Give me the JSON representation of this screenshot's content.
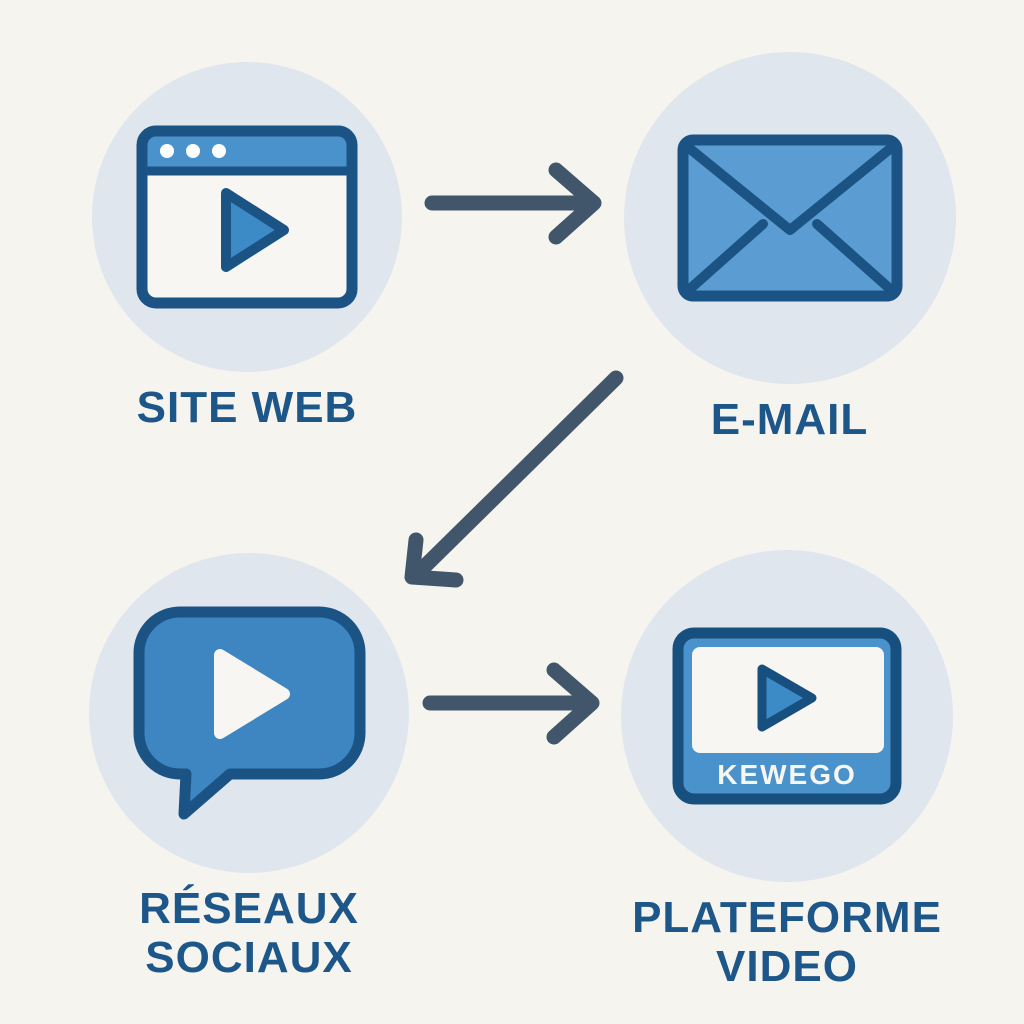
{
  "diagram": {
    "title": "video distribution flow",
    "colors": {
      "background": "#f6f4ef",
      "circle_bg": "#e0e6ed",
      "icon_blue": "#4a92cc",
      "icon_blue_light": "#5b9dd2",
      "icon_blue_deep": "#3e86c2",
      "outline_navy": "#1b5385",
      "label_text": "#1d5688",
      "arrow": "#42566b",
      "white": "#f8f6f2"
    },
    "nodes": [
      {
        "id": "site-web",
        "label": "SITE WEB",
        "icon": "browser-video-icon"
      },
      {
        "id": "e-mail",
        "label": "E-MAIL",
        "icon": "envelope-icon"
      },
      {
        "id": "reseaux-sociaux",
        "label": "RÉSEAUX SOCIAUX",
        "icon": "chat-bubble-video-icon"
      },
      {
        "id": "plateforme-video",
        "label": "PLATEFORME VIDEO",
        "icon": "video-player-icon",
        "badge": "KEWEGO"
      }
    ],
    "edges": [
      {
        "from": "site-web",
        "to": "e-mail",
        "direction": "right"
      },
      {
        "from": "e-mail",
        "to": "reseaux-sociaux",
        "direction": "down-left"
      },
      {
        "from": "reseaux-sociaux",
        "to": "plateforme-video",
        "direction": "right"
      }
    ]
  }
}
